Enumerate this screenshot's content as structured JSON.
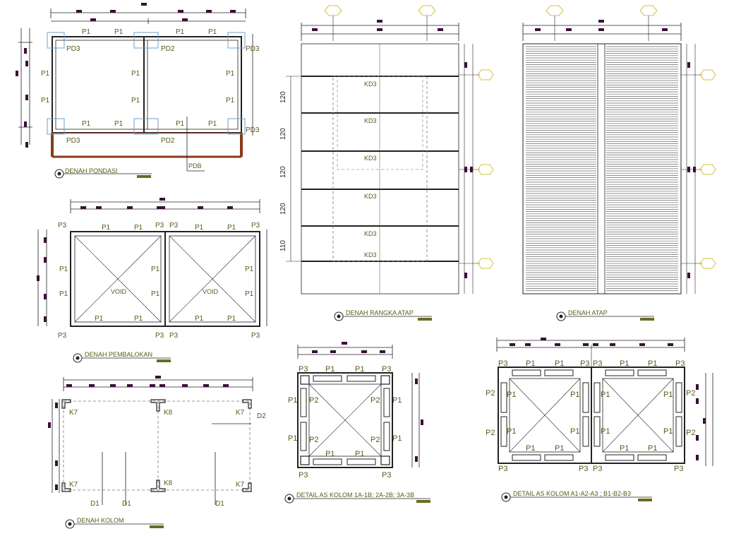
{
  "colors": {
    "line": "#222222",
    "olive_text": "#5a5a1a",
    "dim_mark": "#3a0f3a",
    "grid_bubble": "#d4c23a",
    "brick": "#8b3a1a",
    "column_blue": "#6fa0c8",
    "title_bar": "#6b6b1e",
    "dashed": "#777777"
  },
  "titles": {
    "pondasi": "DENAH PONDASI",
    "pembalokan": "DENAH PEMBALOKAN",
    "kolom": "DENAH KOLOM",
    "rangka_atap": "DENAH RANGKA ATAP",
    "atap": "DENAH ATAP",
    "detail_1": "DETAIL AS KOLOM 1A-1B; 2A-2B; 3A-3B",
    "detail_2": "DETAIL AS KOLOM A1-A2-A3 ; B1-B2-B3"
  },
  "labels": {
    "p1": "P1",
    "p2": "P2",
    "p3": "P3",
    "pd2": "PD2",
    "pd3": "PD3",
    "pdb": "PDB",
    "k7": "K7",
    "k8": "K8",
    "d1": "D1",
    "d2": "D2",
    "void": "VOID",
    "kd3": "KD3"
  },
  "roof_frame_dims": [
    "120",
    "120",
    "120",
    "120",
    "110"
  ]
}
